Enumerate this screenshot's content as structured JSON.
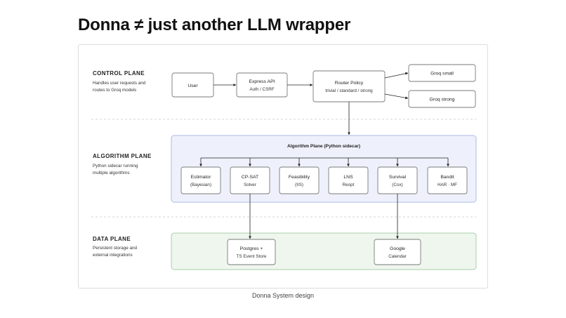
{
  "title": "Donna ≠ just another LLM wrapper",
  "caption": "Donna System design",
  "planes": {
    "control": {
      "title": "CONTROL PLANE",
      "desc": [
        "Handles user requests and",
        "routes to Groq models"
      ]
    },
    "algorithm": {
      "title": "ALGORITHM PLANE",
      "desc": [
        "Python sidecar running",
        "multiple algorithms"
      ]
    },
    "data": {
      "title": "DATA PLANE",
      "desc": [
        "Persistent storage and",
        "external integrations"
      ]
    }
  },
  "nodes": {
    "user": {
      "label": "User"
    },
    "express": {
      "label": "Express API",
      "sub": "Auth / CSRF"
    },
    "router": {
      "label": "Router Policy",
      "sub": "trivial / standard / strong"
    },
    "groq_small": {
      "label": "Groq small"
    },
    "groq_strong": {
      "label": "Groq strong"
    },
    "algo_group": {
      "label": "Algorithm Plane (Python sidecar)"
    },
    "estimator": {
      "label": "Estimator",
      "sub": "(Bayesian)"
    },
    "cpsat": {
      "label": "CP-SAT",
      "sub": "Solver"
    },
    "feasibility": {
      "label": "Feasibility",
      "sub": "(IIS)"
    },
    "lns": {
      "label": "LNS",
      "sub": "Reopt"
    },
    "survival": {
      "label": "Survival",
      "sub": "(Cox)"
    },
    "bandit": {
      "label": "Bandit",
      "sub": "HAR · MF"
    },
    "postgres": {
      "label": "Postgres +",
      "sub": "TS Event Store"
    },
    "calendar": {
      "label": "Google",
      "sub": "Calendar"
    }
  },
  "colors": {
    "algo_fill": "#eef1fb",
    "algo_stroke": "#aebbe6",
    "data_fill": "#eef6ee",
    "data_stroke": "#a9cfa9",
    "box_stroke": "#7a7a7a",
    "arrow": "#222222"
  }
}
